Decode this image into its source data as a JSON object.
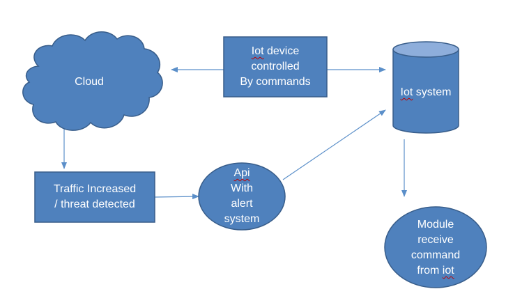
{
  "diagram": {
    "nodes": {
      "cloud": {
        "lines": [
          "Cloud"
        ]
      },
      "iot_command": {
        "lines": [
          "Iot device",
          "controlled",
          "By commands"
        ]
      },
      "iot_system": {
        "lines": [
          "Iot system"
        ]
      },
      "traffic": {
        "lines": [
          "Traffic Increased",
          "/ threat detected"
        ]
      },
      "api": {
        "lines": [
          "Api",
          "With",
          "alert",
          "system"
        ]
      },
      "module": {
        "lines": [
          "Module",
          "receive",
          "command",
          "from iot"
        ]
      }
    },
    "colors": {
      "fill": "#4f81bd",
      "border": "#385d8a",
      "edge": "#5b8fc9",
      "text": "#ffffff"
    }
  }
}
